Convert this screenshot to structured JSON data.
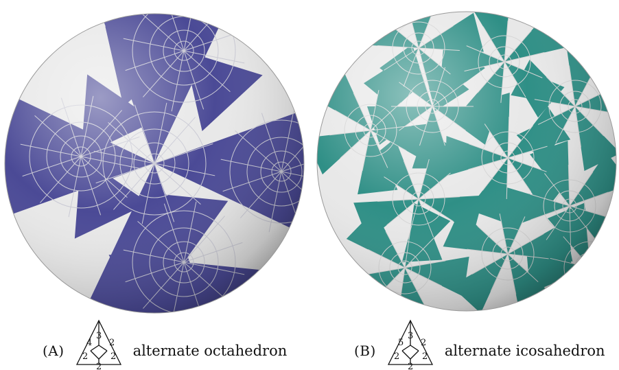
{
  "figures": [
    {
      "tag": "(A)",
      "label": "alternate octahedron",
      "orbifold_labels": [
        "4",
        "3",
        "2",
        "2",
        "2",
        "2"
      ],
      "sphere_color": "#4b4a96",
      "light_color": "#e8e8e8"
    },
    {
      "tag": "(B)",
      "label": "alternate icosahedron",
      "orbifold_labels": [
        "5",
        "3",
        "2",
        "2",
        "2",
        "2"
      ],
      "sphere_color": "#2f8f86",
      "light_color": "#e8e8e8"
    }
  ]
}
